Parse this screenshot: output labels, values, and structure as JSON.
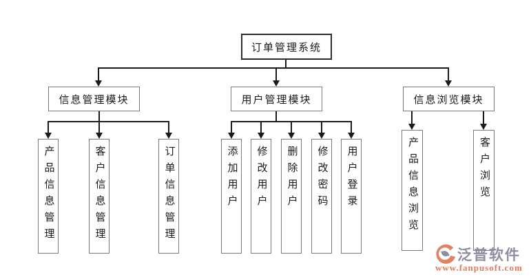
{
  "diagram": {
    "root": {
      "label": "订单管理系统"
    },
    "modules": [
      {
        "label": "信息管理模块",
        "children": [
          {
            "label": "产品信息管理"
          },
          {
            "label": "客户信息管理"
          },
          {
            "label": "订单信息管理"
          }
        ]
      },
      {
        "label": "用户管理模块",
        "children": [
          {
            "label": "添加用户"
          },
          {
            "label": "修改用户"
          },
          {
            "label": "删除用户"
          },
          {
            "label": "修改密码"
          },
          {
            "label": "用户登录"
          }
        ]
      },
      {
        "label": "信息浏览模块",
        "children": [
          {
            "label": "产品信息浏览"
          },
          {
            "label": "客户浏览"
          }
        ]
      }
    ]
  },
  "watermark": {
    "brand": "泛普软件",
    "url": "www.fanpusoft.com",
    "brand_color": "#8f8da2",
    "accent_color": "#dd7a5c"
  },
  "colors": {
    "line": "#1a1a1a",
    "box_border": "#7a7a7a",
    "root_border": "#2b2b2b",
    "background": "#ffffff"
  }
}
